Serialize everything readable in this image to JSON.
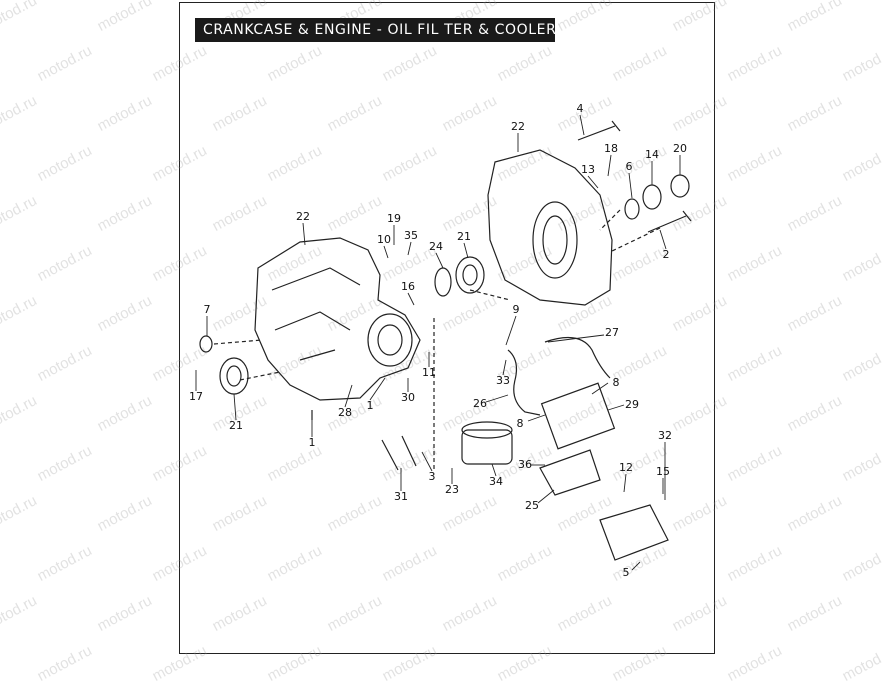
{
  "title": "CRANKCASE & ENGINE - OIL FIL TER & COOLER",
  "watermark": "motod.ru",
  "callouts": [
    "22",
    "4",
    "18",
    "13",
    "6",
    "14",
    "20",
    "19",
    "10",
    "35",
    "24",
    "21",
    "2",
    "22",
    "7",
    "16",
    "9",
    "27",
    "17",
    "21",
    "28",
    "1",
    "30",
    "11",
    "33",
    "8",
    "26",
    "8",
    "29",
    "32",
    "1",
    "3",
    "23",
    "34",
    "36",
    "12",
    "15",
    "31",
    "25",
    "5"
  ]
}
